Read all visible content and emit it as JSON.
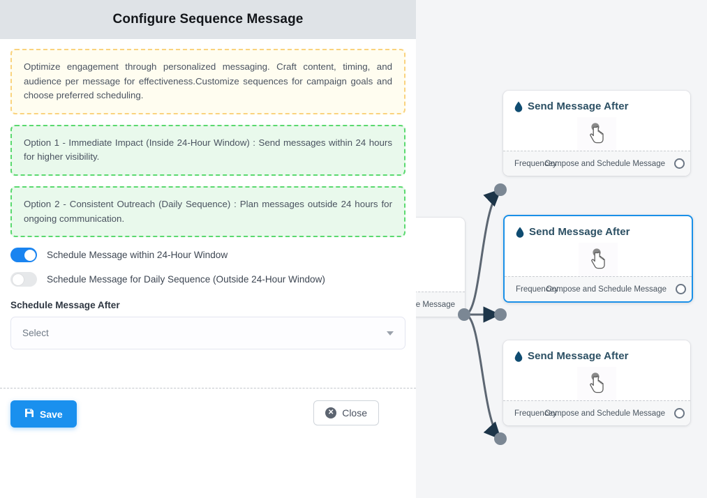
{
  "panel": {
    "title": "Configure Sequence Message",
    "callouts": [
      {
        "kind": "info",
        "text": "Optimize engagement through personalized messaging. Craft content, timing, and audience per message for effectiveness.Customize sequences for campaign goals and choose preferred scheduling."
      },
      {
        "kind": "success",
        "text": "Option 1 - Immediate Impact (Inside 24-Hour Window) : Send messages within 24 hours for higher visibility."
      },
      {
        "kind": "success",
        "text": "Option 2 - Consistent Outreach (Daily Sequence) : Plan messages outside 24 hours for ongoing communication."
      }
    ],
    "toggles": [
      {
        "label": "Schedule Message within 24-Hour Window",
        "state": "on"
      },
      {
        "label": "Schedule Message for Daily Sequence (Outside 24-Hour Window)",
        "state": "off"
      }
    ],
    "schedule_field": {
      "label": "Schedule Message After",
      "value": "Select"
    },
    "footer": {
      "save_label": "Save",
      "close_label": "Close",
      "close_icon_glyph": "✕"
    }
  },
  "canvas": {
    "nodes": [
      {
        "title": "Send Message After",
        "icon": "water-drop-icon",
        "cursor_icon": "hand-pointer-icon",
        "footer_left": "Frequencey",
        "footer_right": "Compose and Schedule Message",
        "selected": false
      },
      {
        "title": "Send Message After",
        "icon": "water-drop-icon",
        "cursor_icon": "hand-pointer-icon",
        "footer_left": "Frequencey",
        "footer_right": "Compose and Schedule Message",
        "selected": true
      },
      {
        "title": "Send Message After",
        "icon": "water-drop-icon",
        "cursor_icon": "hand-pointer-icon",
        "footer_left": "Frequencey",
        "footer_right": "Compose and Schedule Message",
        "selected": false
      }
    ],
    "partial_node": {
      "footer_right": "ce Message"
    }
  },
  "colors": {
    "accent_blue": "#1a90ee",
    "node_title": "#2b4f63",
    "info_border": "#fad37e",
    "info_bg": "#fffdf0",
    "success_border": "#5ad96f",
    "success_bg": "#e9f9ec",
    "canvas_bg": "#f4f5f7",
    "header_bg": "#dfe3e7",
    "edge_stroke": "#5c6672",
    "port_fill": "#7b8794"
  }
}
